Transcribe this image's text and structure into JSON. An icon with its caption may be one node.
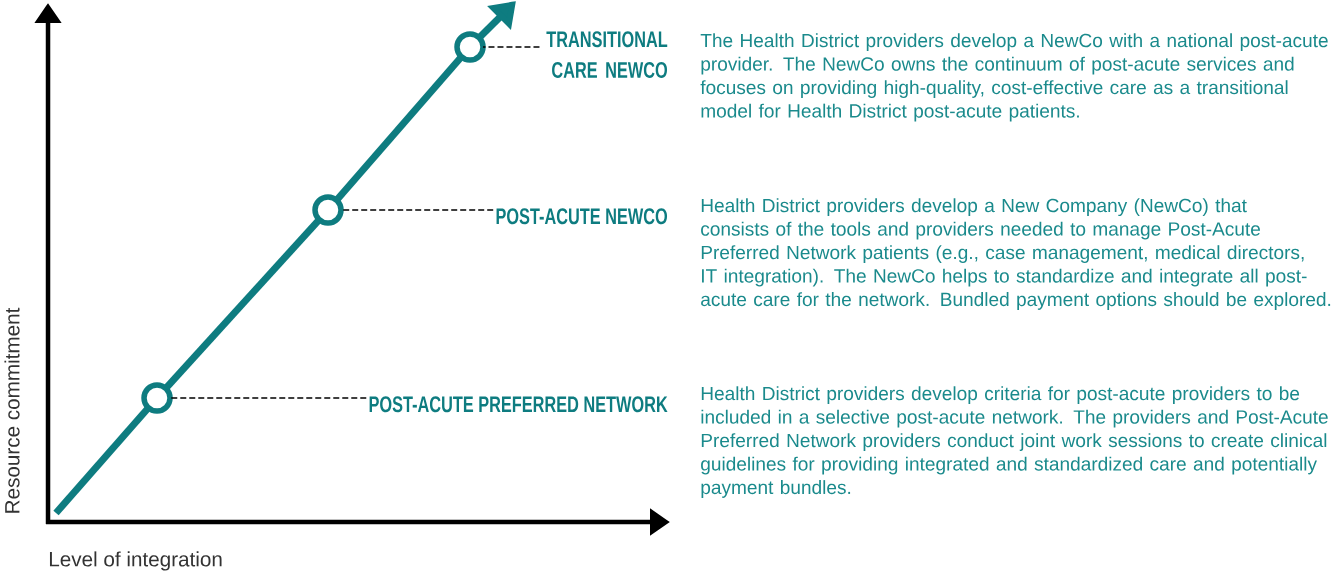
{
  "diagram": {
    "nodes": [
      {
        "text": [
          "TRANSITIONAL CARE NEWCO"
        ],
        "beside": [
          "The Health District providers develop a NewCo with a national post-acute provider. The NewCo owns the continuum of post-acute services and focuses on providing high-quality, cost-effective care as a transitional model for Health District post-acute patients."
        ]
      },
      {
        "text": [],
        "shape": "circle"
      },
      {
        "text": [
          "POST-ACUTE NEWCO"
        ],
        "beside": [
          "Health District providers develop a New Company (NewCo) that consists of the tools and providers needed to manage Post-Acute Preferred Network patients (e.g., case management, medical directors, IT integration). The NewCo helps to standardize and integrate all post-acute care for the network. Bundled payment options should be explored."
        ]
      },
      {
        "text": [],
        "shape": "circle"
      },
      {
        "text": [
          "POST-ACUTE PREFERRED NETWORK"
        ],
        "beside": [
          "Health District providers develop criteria for post-acute providers to be included in a selective post-acute network. The providers and Post-Acute Preferred Network providers conduct joint work sessions to create clinical guidelines for providing integrated and standardized care and potentially payment bundles."
        ]
      },
      {
        "text": [],
        "shape": "circle"
      }
    ],
    "edges": [
      {
        "from": null,
        "to": 5,
        "arrow": "none"
      },
      {
        "from": 5,
        "to": 3,
        "arrow": "none"
      },
      {
        "from": 3,
        "to": 1,
        "arrow": "none"
      },
      {
        "from": 1,
        "to": null,
        "arrow": "to"
      },
      {
        "from": 0,
        "to": 1,
        "arrow": "none",
        "style": "dashed",
        "color": "#000000"
      },
      {
        "from": 2,
        "to": 3,
        "arrow": "none",
        "style": "dashed",
        "color": "#000000"
      },
      {
        "from": 4,
        "to": 5,
        "arrow": "none",
        "style": "dashed",
        "color": "#000000"
      }
    ],
    "labels": [
      "Resource commitment",
      "Level of integration"
    ]
  }
}
